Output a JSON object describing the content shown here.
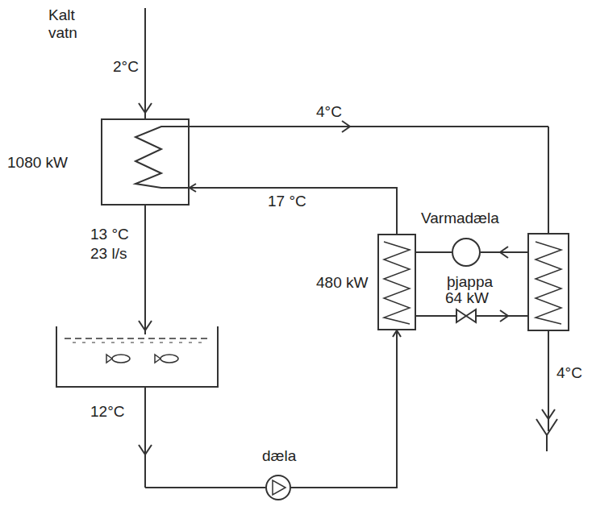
{
  "diagram": {
    "nodes": [
      {
        "text": [
          "1080 kW"
        ]
      },
      {
        "text": [
          "480 kW"
        ]
      },
      {
        "text": [
          "þjappa",
          "64 kW"
        ]
      },
      {
        "text": [
          "dæla"
        ]
      }
    ],
    "edges": [
      {
        "from": 1,
        "to": 0,
        "arrow": "to",
        "label": "17 °C"
      },
      {
        "from": 3,
        "to": 1,
        "arrow": "to"
      }
    ],
    "labels": [
      "Kalt vatn",
      "2°C",
      "4°C",
      "13 °C",
      "23 l/s",
      "12°C",
      "Varmadæla",
      "4°C"
    ]
  }
}
